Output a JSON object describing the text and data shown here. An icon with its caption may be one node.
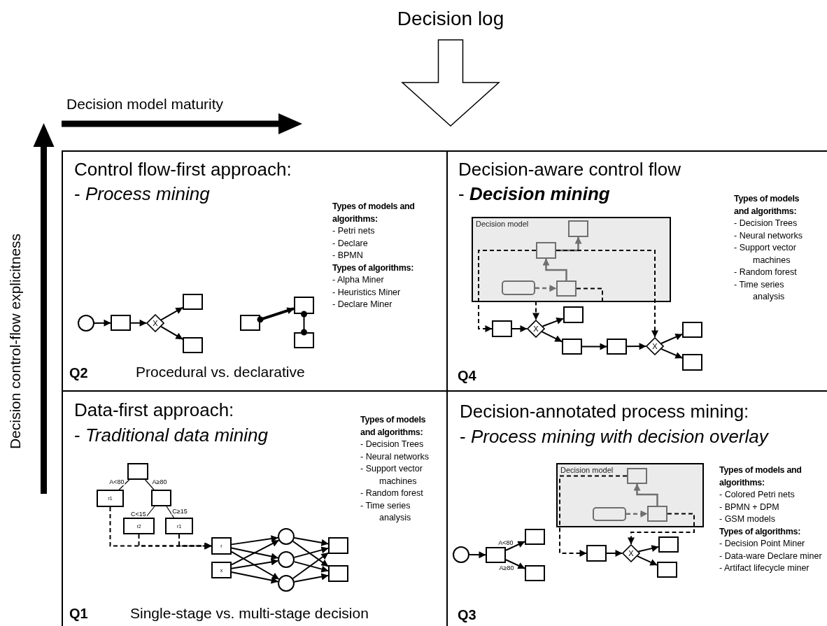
{
  "diagram": {
    "nodes": [
      {
        "text": [
          "Decision log"
        ]
      },
      {
        "text": [
          "Control flow-first approach:",
          "- *Process mining*",
          "Types of models and algorithms:",
          "- Petri nets",
          "- Declare",
          "- BPMN",
          "Types of algorithms:",
          "- Alpha Miner",
          "- Heuristics Miner",
          "- Declare Miner",
          "Q2",
          "Procedural vs. declarative"
        ]
      },
      {
        "text": [],
        "shape": "circle",
        "in": 1
      },
      {
        "text": [],
        "shape": "box",
        "in": 1
      },
      {
        "text": [
          "X"
        ],
        "in": 1
      },
      {
        "text": [],
        "shape": "box",
        "in": 1
      },
      {
        "text": [],
        "shape": "box",
        "in": 1
      },
      {
        "text": [],
        "shape": "box",
        "in": 1
      },
      {
        "text": [],
        "shape": "box",
        "in": 1
      },
      {
        "text": [],
        "shape": "box",
        "in": 1
      },
      {
        "text": [
          "Decision-aware control flow",
          "- **Decision mining**",
          "Types of models and algorithms:",
          "- Decision Trees",
          "- Neural networks",
          "- Support vector machines",
          "- Random forest",
          "- Time series analysis",
          "Q4"
        ]
      },
      {
        "text": [
          "Decision model"
        ],
        "in": 10
      },
      {
        "text": [],
        "shape": "box",
        "in": 11
      },
      {
        "text": [],
        "shape": "box",
        "in": 11
      },
      {
        "text": [],
        "shape": "box",
        "in": 11
      },
      {
        "text": [],
        "shape": "box",
        "in": 11
      },
      {
        "text": [],
        "shape": "box",
        "in": 10
      },
      {
        "text": [
          "X"
        ],
        "in": 10
      },
      {
        "text": [],
        "shape": "box",
        "in": 10
      },
      {
        "text": [],
        "shape": "box",
        "in": 10
      },
      {
        "text": [],
        "shape": "box",
        "in": 10
      },
      {
        "text": [
          "X"
        ],
        "in": 10
      },
      {
        "text": [],
        "shape": "box",
        "in": 10
      },
      {
        "text": [],
        "shape": "box",
        "in": 10
      },
      {
        "text": [
          "Data-first approach:",
          "- *Traditional data mining*",
          "Types of models and algorithms:",
          "- Decision Trees",
          "- Neural networks",
          "- Support vector machines",
          "- Random forest",
          "- Time series analysis",
          "Q1",
          "Single-stage vs. multi-stage decision"
        ]
      },
      {
        "text": [],
        "shape": "box",
        "in": 24
      },
      {
        "text": [
          "r1"
        ],
        "in": 24
      },
      {
        "text": [],
        "shape": "box",
        "in": 24
      },
      {
        "text": [
          "r2"
        ],
        "in": 24
      },
      {
        "text": [
          "r1"
        ],
        "in": 24
      },
      {
        "text": [
          "r"
        ],
        "in": 24
      },
      {
        "text": [
          "x"
        ],
        "in": 24
      },
      {
        "text": [],
        "shape": "circle",
        "in": 24
      },
      {
        "text": [],
        "shape": "circle",
        "in": 24
      },
      {
        "text": [],
        "shape": "circle",
        "in": 24
      },
      {
        "text": [],
        "shape": "box",
        "in": 24
      },
      {
        "text": [],
        "shape": "box",
        "in": 24
      },
      {
        "text": [
          "Decision-annotated process mining:",
          "- *Process mining with decision overlay*",
          "Types of models and algorithms:",
          "- Colored Petri nets",
          "- BPMN + DPM",
          "- GSM models",
          "Types of algorithms:",
          "- Decision Point Miner",
          "- Data-ware Declare miner",
          "- Artifact lifecycle miner",
          "Q3"
        ]
      },
      {
        "text": [],
        "shape": "circle",
        "in": 37
      },
      {
        "text": [],
        "shape": "box",
        "in": 37
      },
      {
        "text": [],
        "shape": "box",
        "in": 37
      },
      {
        "text": [],
        "shape": "box",
        "in": 37
      },
      {
        "text": [
          "Decision model"
        ],
        "in": 37
      },
      {
        "text": [],
        "shape": "box",
        "in": 42
      },
      {
        "text": [],
        "shape": "box",
        "in": 42
      },
      {
        "text": [],
        "shape": "box",
        "in": 42
      },
      {
        "text": [],
        "shape": "box",
        "in": 37
      },
      {
        "text": [
          "X"
        ],
        "in": 37
      },
      {
        "text": [],
        "shape": "box",
        "in": 37
      },
      {
        "text": [],
        "shape": "box",
        "in": 37
      }
    ],
    "edges": [
      {
        "from": 0,
        "to": null,
        "arrow": "to"
      },
      {
        "from": 2,
        "to": 3,
        "arrow": "to"
      },
      {
        "from": 3,
        "to": 4,
        "arrow": "to"
      },
      {
        "from": 4,
        "to": 5,
        "arrow": "to"
      },
      {
        "from": 4,
        "to": 6,
        "arrow": "to"
      },
      {
        "from": 7,
        "to": 8,
        "arrow": "to",
        "style": "thick"
      },
      {
        "from": 8,
        "to": 9,
        "arrow": "other"
      },
      {
        "from": 13,
        "to": 12,
        "arrow": "to",
        "color": "#707070"
      },
      {
        "from": 15,
        "to": 13,
        "arrow": "to",
        "color": "#707070"
      },
      {
        "from": 14,
        "to": 15,
        "arrow": "to",
        "style": "dashed",
        "color": "#707070"
      },
      {
        "from": 13,
        "to": 16,
        "arrow": "to",
        "style": "dashed"
      },
      {
        "from": 13,
        "to": 21,
        "arrow": "to",
        "style": "dashed"
      },
      {
        "from": 15,
        "to": 17,
        "arrow": "to",
        "style": "dashed"
      },
      {
        "from": 16,
        "to": 17,
        "arrow": "to"
      },
      {
        "from": 17,
        "to": 18,
        "arrow": "to"
      },
      {
        "from": 17,
        "to": 19,
        "arrow": "to"
      },
      {
        "from": 19,
        "to": 20,
        "arrow": "to"
      },
      {
        "from": 20,
        "to": 21,
        "arrow": "to"
      },
      {
        "from": 21,
        "to": 22,
        "arrow": "to"
      },
      {
        "from": 21,
        "to": 23,
        "arrow": "to"
      },
      {
        "from": 25,
        "to": 26,
        "arrow": "none",
        "label": "A<80"
      },
      {
        "from": 25,
        "to": 27,
        "arrow": "none",
        "label": "A≥80"
      },
      {
        "from": 27,
        "to": 28,
        "arrow": "none",
        "label": "C<15"
      },
      {
        "from": 27,
        "to": 29,
        "arrow": "none",
        "label": "C≥15"
      },
      {
        "from": 26,
        "to": 30,
        "arrow": "to",
        "style": "dashed"
      },
      {
        "from": 28,
        "to": 30,
        "arrow": "to",
        "style": "dashed"
      },
      {
        "from": 29,
        "to": 30,
        "arrow": "to",
        "style": "dashed"
      },
      {
        "from": 30,
        "to": 32,
        "arrow": "to"
      },
      {
        "from": 30,
        "to": 33,
        "arrow": "to"
      },
      {
        "from": 30,
        "to": 34,
        "arrow": "to"
      },
      {
        "from": 31,
        "to": 32,
        "arrow": "to"
      },
      {
        "from": 31,
        "to": 33,
        "arrow": "to"
      },
      {
        "from": 31,
        "to": 34,
        "arrow": "to"
      },
      {
        "from": 32,
        "to": 35,
        "arrow": "to"
      },
      {
        "from": 32,
        "to": 36,
        "arrow": "to"
      },
      {
        "from": 33,
        "to": 35,
        "arrow": "to"
      },
      {
        "from": 33,
        "to": 36,
        "arrow": "to"
      },
      {
        "from": 34,
        "to": 35,
        "arrow": "to"
      },
      {
        "from": 34,
        "to": 36,
        "arrow": "to"
      },
      {
        "from": 38,
        "to": 39,
        "arrow": "to"
      },
      {
        "from": 39,
        "to": 40,
        "arrow": "to",
        "label": "A<80"
      },
      {
        "from": 39,
        "to": 41,
        "arrow": "to",
        "label": "A≥80"
      },
      {
        "from": 45,
        "to": 43,
        "arrow": "to",
        "color": "#707070"
      },
      {
        "from": 44,
        "to": 45,
        "arrow": "to",
        "style": "dashed",
        "color": "#707070"
      },
      {
        "from": 43,
        "to": 46,
        "arrow": "to",
        "style": "dashed"
      },
      {
        "from": 45,
        "to": 47,
        "arrow": "to",
        "style": "dashed"
      },
      {
        "from": 46,
        "to": 47,
        "arrow": "to"
      },
      {
        "from": 47,
        "to": 48,
        "arrow": "to"
      },
      {
        "from": 47,
        "to": 49,
        "arrow": "to"
      }
    ],
    "labels": [
      "Decision model maturity",
      "Decision control-flow explicitness"
    ]
  }
}
